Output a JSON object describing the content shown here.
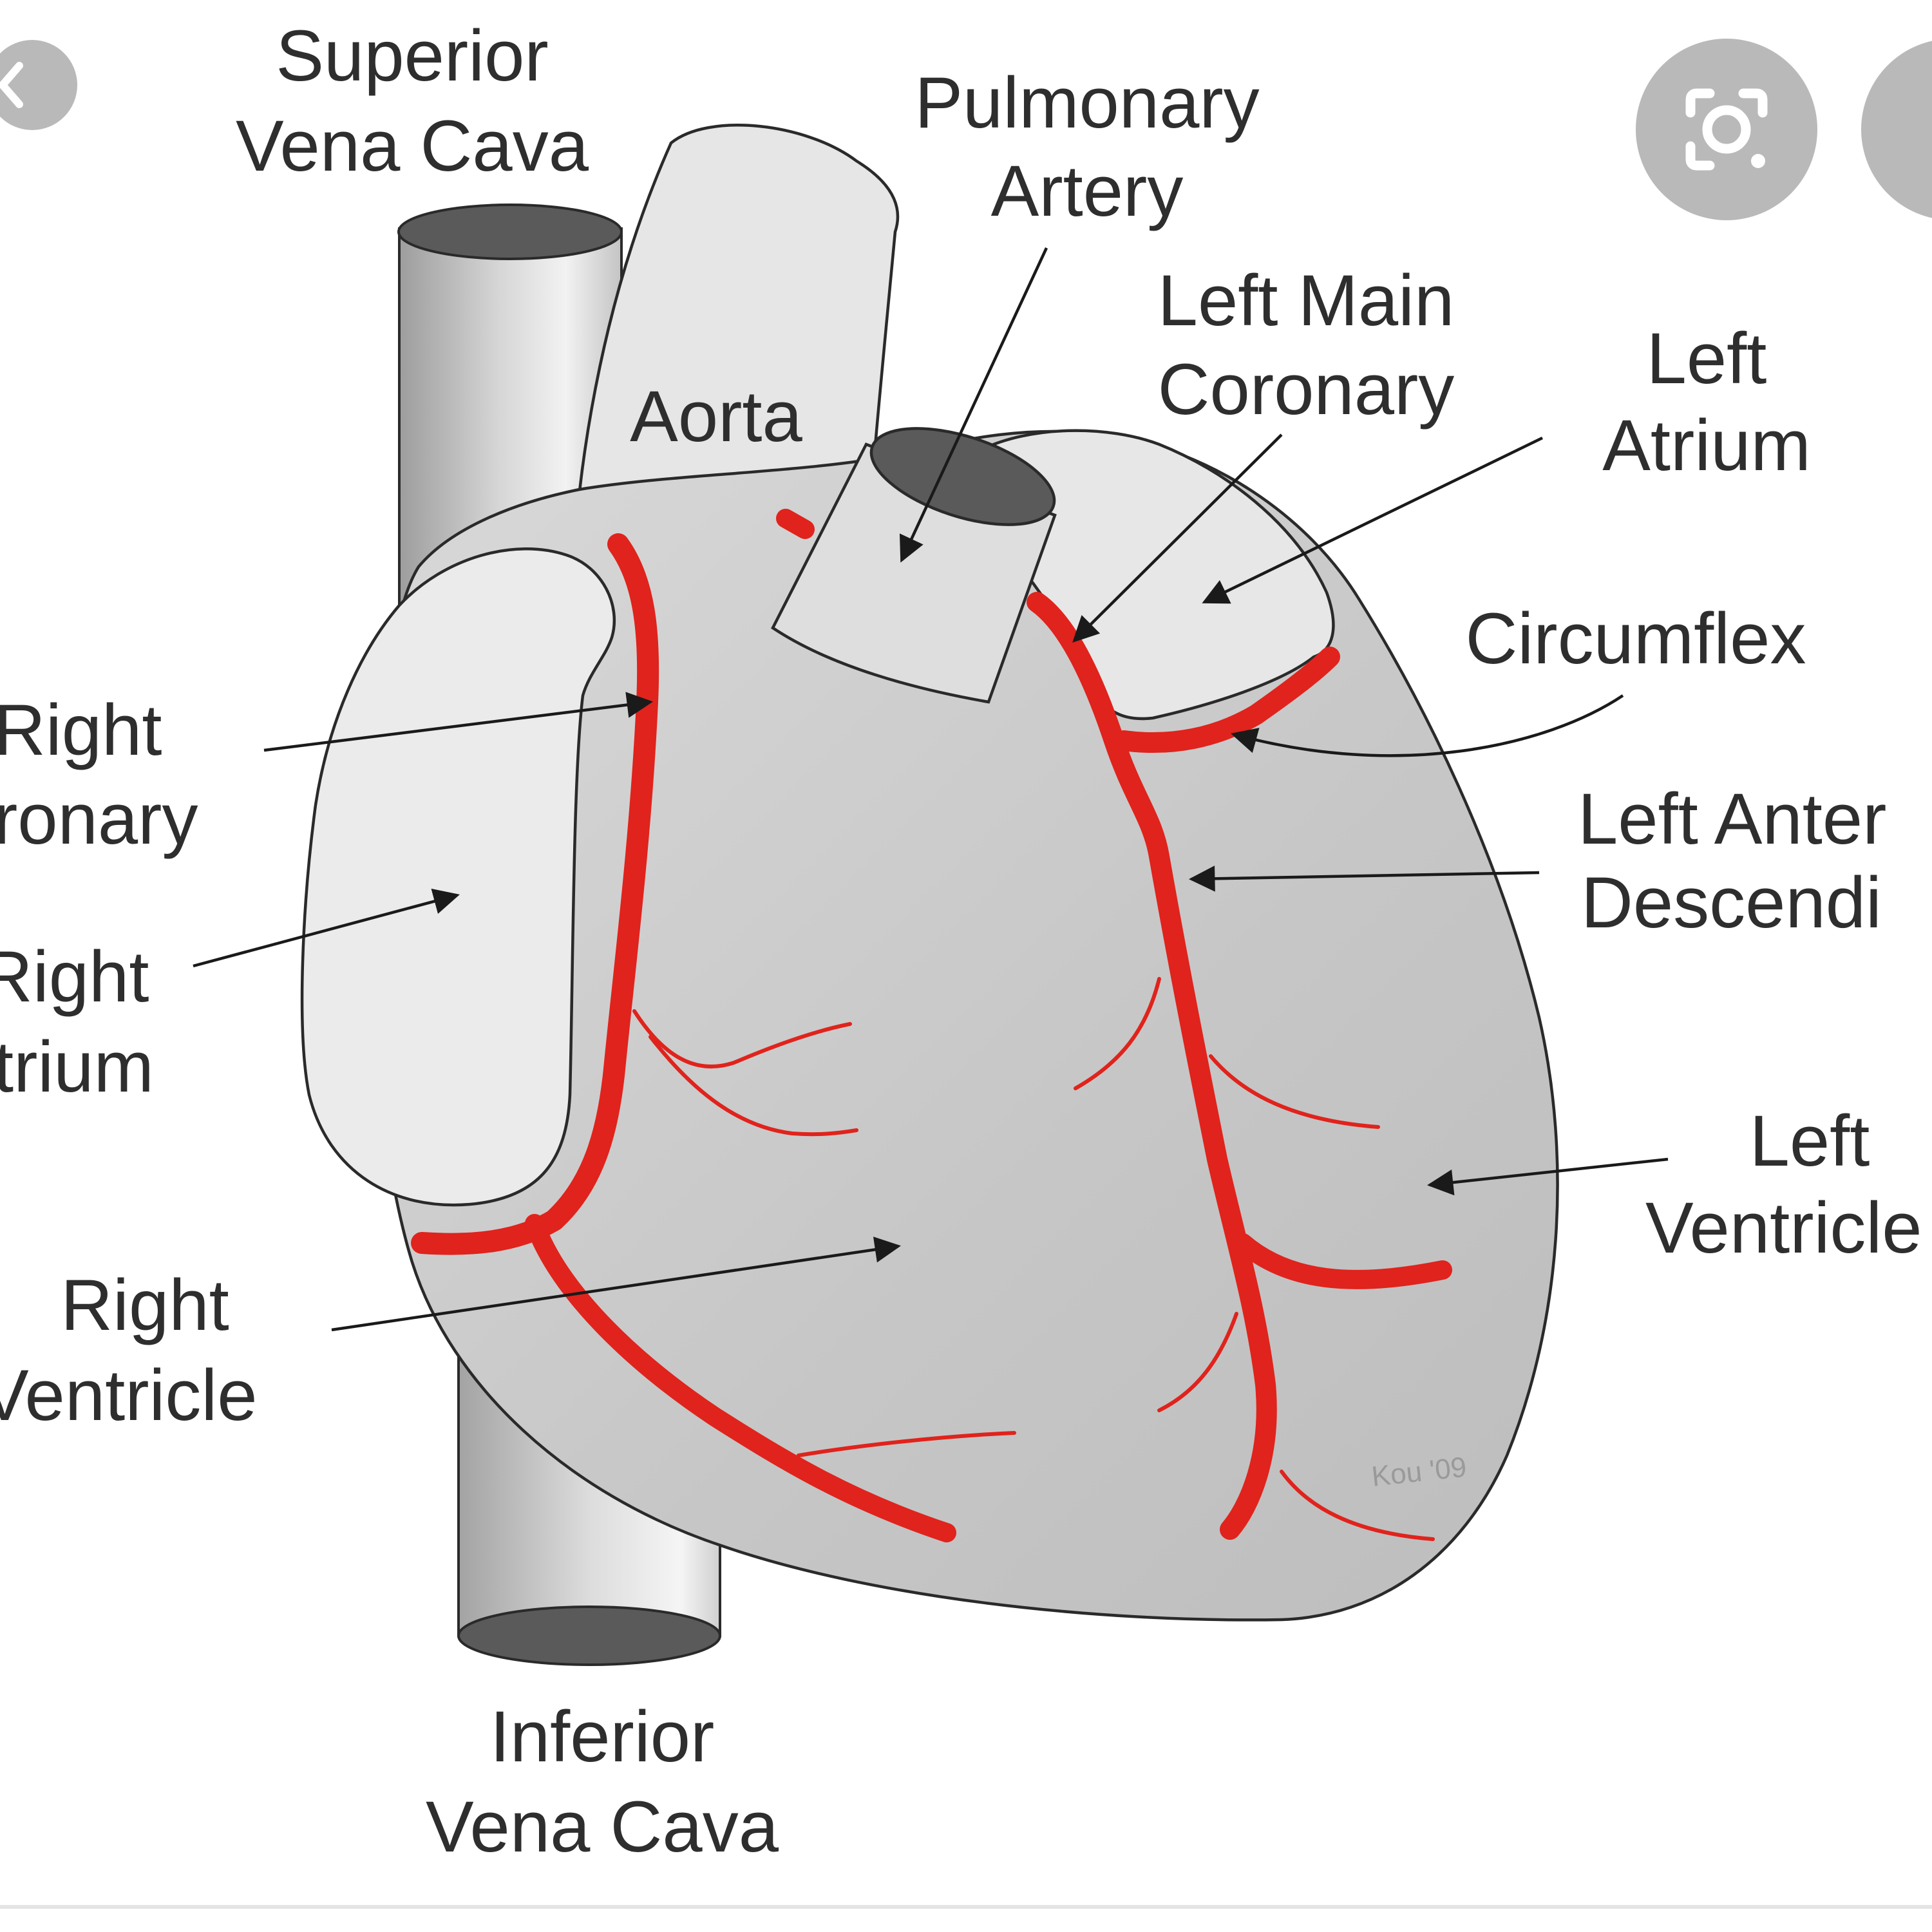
{
  "labels": {
    "superior_vena_cava_1": "Superior",
    "superior_vena_cava_2": "Vena Cava",
    "pulmonary_artery_1": "Pulmonary",
    "pulmonary_artery_2": "Artery",
    "left_main_coronary_1": "Left Main",
    "left_main_coronary_2": "Coronary",
    "left_atrium_1": "Left",
    "left_atrium_2": "Atrium",
    "aorta": "Aorta",
    "circumflex": "Circumflex",
    "right_coronary_1": "Right",
    "right_coronary_2": "ronary",
    "left_anterior_descending_1": "Left Anter",
    "left_anterior_descending_2": "Descendi",
    "right_atrium_1": "Right",
    "right_atrium_2": "trium",
    "left_ventricle_1": "Left",
    "left_ventricle_2": "Ventricle",
    "right_ventricle_1": "Right",
    "right_ventricle_2": "Ventricle",
    "inferior_vena_cava_1": "Inferior",
    "inferior_vena_cava_2": "Vena Cava"
  },
  "signature": "Kou '09",
  "colors": {
    "artery": "#e0231c",
    "outline": "#2a2a2a",
    "heart_fill": "#cdcdcd",
    "chamber_fill": "#e9e9e9",
    "vessel_dark": "#5a5a5a",
    "button": "#b9b9b9"
  },
  "icons": {
    "back_button": "chevron-left-icon",
    "lens_button": "visual-search-icon"
  }
}
